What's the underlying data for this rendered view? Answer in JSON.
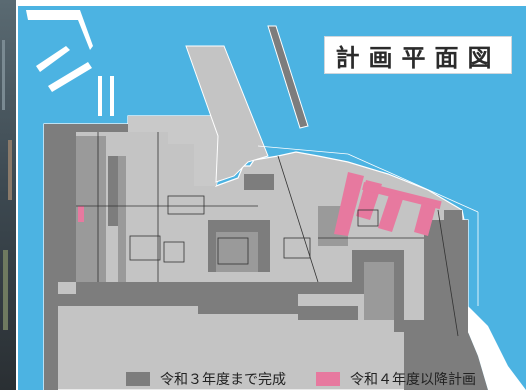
{
  "title": "計画平面図",
  "legend": {
    "completed": {
      "label": "令和３年度まで完成",
      "color": "#7d7d7d"
    },
    "planned": {
      "label": "令和４年度以降計画",
      "color": "#e7799f"
    }
  },
  "colors": {
    "sea": "#4cb3e2",
    "land": "#c4c4c4",
    "pavement_dark": "#7d7d7d",
    "pavement_mid": "#9a9a9a",
    "planned": "#e7799f"
  }
}
